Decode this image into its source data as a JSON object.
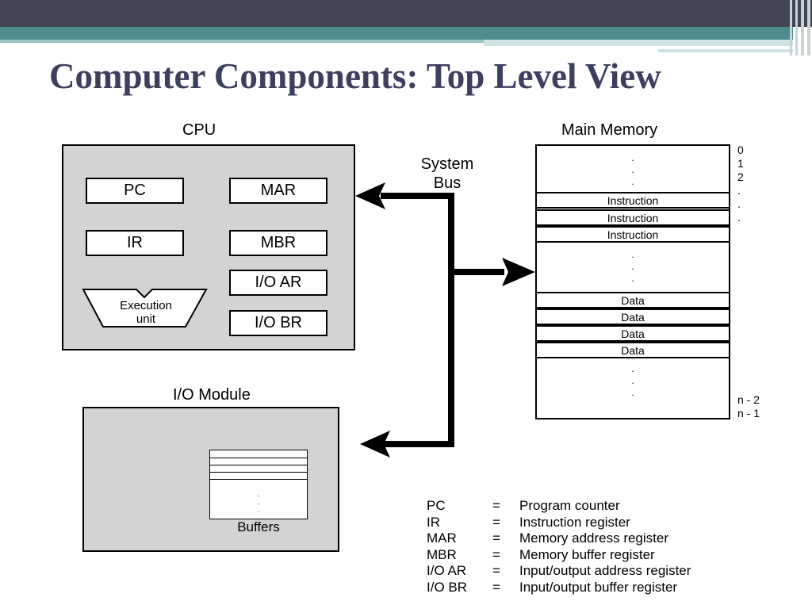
{
  "slide": {
    "title": "Computer Components: Top Level View"
  },
  "cpu": {
    "label": "CPU",
    "registers": {
      "pc": "PC",
      "ir": "IR",
      "mar": "MAR",
      "mbr": "MBR",
      "ioar": "I/O AR",
      "iobr": "I/O BR"
    },
    "exec_line1": "Execution",
    "exec_line2": "unit"
  },
  "bus": {
    "line1": "System",
    "line2": "Bus"
  },
  "io_module": {
    "label": "I/O Module",
    "buffers_label": "Buffers",
    "dot": "."
  },
  "memory": {
    "label": "Main Memory",
    "dot": ".",
    "instruction": "Instruction",
    "data": "Data",
    "addr_0": "0",
    "addr_1": "1",
    "addr_2": "2",
    "addr_n2": "n - 2",
    "addr_n1": "n - 1"
  },
  "legend": [
    {
      "abbr": "PC",
      "eq": "=",
      "def": "Program counter"
    },
    {
      "abbr": "IR",
      "eq": "=",
      "def": "Instruction register"
    },
    {
      "abbr": "MAR",
      "eq": "=",
      "def": "Memory address register"
    },
    {
      "abbr": "MBR",
      "eq": "=",
      "def": "Memory buffer register"
    },
    {
      "abbr": "I/O AR",
      "eq": "=",
      "def": "Input/output address register"
    },
    {
      "abbr": "I/O BR",
      "eq": "=",
      "def": "Input/output buffer register"
    }
  ],
  "colors": {
    "header_bar": "#434455",
    "accent_teal": "#4f8b8e",
    "title": "#3c3f5e",
    "box_fill": "#d3d3d3"
  }
}
